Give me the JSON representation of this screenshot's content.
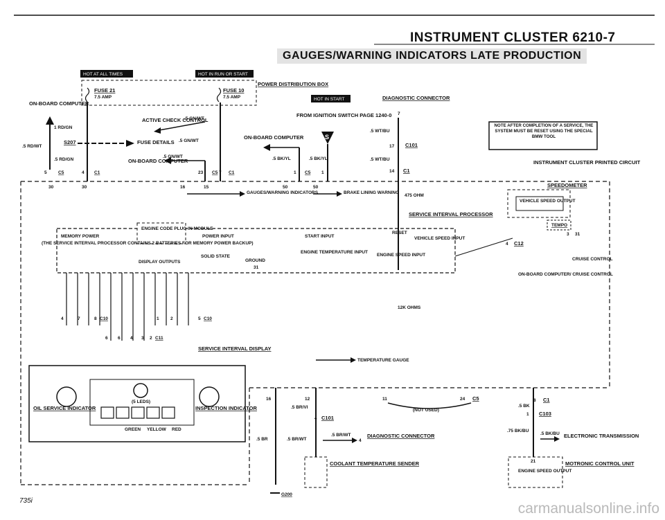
{
  "header": {
    "page_title": "INSTRUMENT CLUSTER  6210-7",
    "section_title": "GAUGES/WARNING INDICATORS  LATE PRODUCTION"
  },
  "footer": {
    "page_number": "735i",
    "watermark": "carmanualsonline.info"
  },
  "badges": {
    "hot_all_times": "HOT AT ALL TIMES",
    "hot_run_start": "HOT IN RUN OR START",
    "hot_start": "HOT IN START"
  },
  "top": {
    "power_distribution": "POWER DISTRIBUTION BOX",
    "fuse21": "FUSE 21",
    "fuse21_amp": "7.5 AMP",
    "fuse10": "FUSE 10",
    "fuse10_amp": "7.5 AMP",
    "onboard_computer_left": "ON-BOARD COMPUTER",
    "wire_1rdgn": "1 RD/GN",
    "wire_5rdwt": ".5 RD/WT",
    "s207": "S207",
    "wire_5rdgn": ".5 RD/GN",
    "active_check_control": "ACTIVE CHECK CONTROL",
    "wire_5gnwt_top": ".5 GN/WT",
    "fuse_details": "FUSE DETAILS",
    "wire_5gnwt_mid": ".5 GN/WT",
    "onboard_computer_mid": "ON-BOARD COMPUTER",
    "wire_5gnwt_low": ".5 GN/WT",
    "onboard_computer_right": "ON-BOARD COMPUTER",
    "wire_5bkyl_a": ".5 BK/YL",
    "wire_5bkyl_b": ".5 BK/YL",
    "ignition_switch": "FROM IGNITION SWITCH PAGE 1240-0",
    "s_symbol": "S",
    "diagnostic_connector": "DIAGNOSTIC CONNECTOR",
    "pin7": "7",
    "wire_5wtbu_a": ".5 WT/BU",
    "c101_top": "C101",
    "pin17": "17",
    "wire_5wtbu_b": ".5 WT/BU",
    "pin14": "14",
    "c1_top": "C1",
    "note": "NOTE AFTER COMPLETION OF A SERVICE, THE SYSTEM MUST BE RESET USING THE SPECIAL BMW TOOL",
    "printed_circuit": "INSTRUMENT CLUSTER PRINTED CIRCUIT"
  },
  "pins_top": {
    "p5c5": "5",
    "c5a": "C5",
    "p4c1": "4",
    "c1a": "C1",
    "p23": "23",
    "c5b": "C5",
    "p7": "7",
    "c1b": "C1",
    "p1": "1",
    "c5c": "C5",
    "p1b": "1"
  },
  "cluster": {
    "p30a": "30",
    "p30b": "30",
    "p16": "16",
    "p15": "15",
    "p50": "50",
    "p50b": "50",
    "gauges_indicators": "GAUGES/WARNING INDICATORS",
    "brake_lining": "BRAKE LINING WARNING",
    "ohm475": "475 OHM",
    "speedometer": "SPEEDOMETER",
    "vehicle_speed_output": "VEHICLE SPEED OUTPUT",
    "tempo": "TEMPO",
    "p3": "3",
    "p31": "31",
    "service_interval_processor": "SERVICE INTERVAL PROCESSOR",
    "engine_code_plug": "ENGINE CODE PLUG IN MODULE",
    "memory_power": "MEMORY POWER",
    "power_input": "POWER INPUT",
    "start_input": "START INPUT",
    "reset": "RESET",
    "batteries_note": "(THE SERVICE INTERVAL PROCESSOR CONTAINS 2 BATTERIES FOR MEMORY POWER BACKUP)",
    "display_outputs": "DISPLAY OUTPUTS",
    "solid_state": "SOLID STATE",
    "ground": "GROUND",
    "p31b": "31",
    "engine_temp_input": "ENGINE TEMPERATURE INPUT",
    "engine_speed_input": "ENGINE SPEED INPUT",
    "vehicle_speed_input": "VEHICLE SPEED INPUT",
    "p4": "4",
    "c12": "C12",
    "cruise_control": "CRUISE CONTROL",
    "onboard_cruise": "ON-BOARD COMPUTER/ CRUISE CONTROL"
  },
  "bottom": {
    "p4a": "4",
    "p7a": "7",
    "p8": "8",
    "c10a": "C10",
    "p1a": "1",
    "p2a": "2",
    "p5": "5",
    "c10b": "C10",
    "p6a": "6",
    "p6b": "6",
    "p4b": "4",
    "p3b": "3",
    "p2b": "2",
    "c11": "C11",
    "ohm12k": "12K OHMS",
    "temp_gauge": "TEMPERATURE GAUGE",
    "service_interval_display": "SERVICE INTERVAL DISPLAY",
    "leds": "(5 LEDS)",
    "oil_service": "OIL SERVICE INDICATOR",
    "inspection_indicator": "INSPECTION INDICATOR",
    "green": "GREEN",
    "yellow": "YELLOW",
    "red": "RED",
    "p16b": "16",
    "p12": "12",
    "wire_5brvi": ".5 BR/VI",
    "p4c": "4",
    "c101b": "C101",
    "wire_5br": ".5 BR",
    "wire_5brwt_a": ".5 BR/WT",
    "wire_5brwt_b": ".5 BR/WT",
    "p4d": "4",
    "diagnostic_connector_b": "DIAGNOSTIC CONNECTOR",
    "coolant_sender": "COOLANT TEMPERATURE SENDER",
    "g200": "G200",
    "p11": "11",
    "p24": "24",
    "c5d": "C5",
    "not_used": "(NOT USED)",
    "p8b": "8",
    "c1c": "C1",
    "wire_5bk": ".5 BK",
    "p1c": "1",
    "c103": "C103",
    "wire_75bkbu": ".75 BK/BU",
    "wire_5bkbu": ".5 BK/BU",
    "electronic_transmission": "ELECTRONIC TRANSMISSION",
    "p21": "21",
    "engine_speed_output": "ENGINE SPEED OUTPUT",
    "motronic": "MOTRONIC CONTROL UNIT"
  }
}
